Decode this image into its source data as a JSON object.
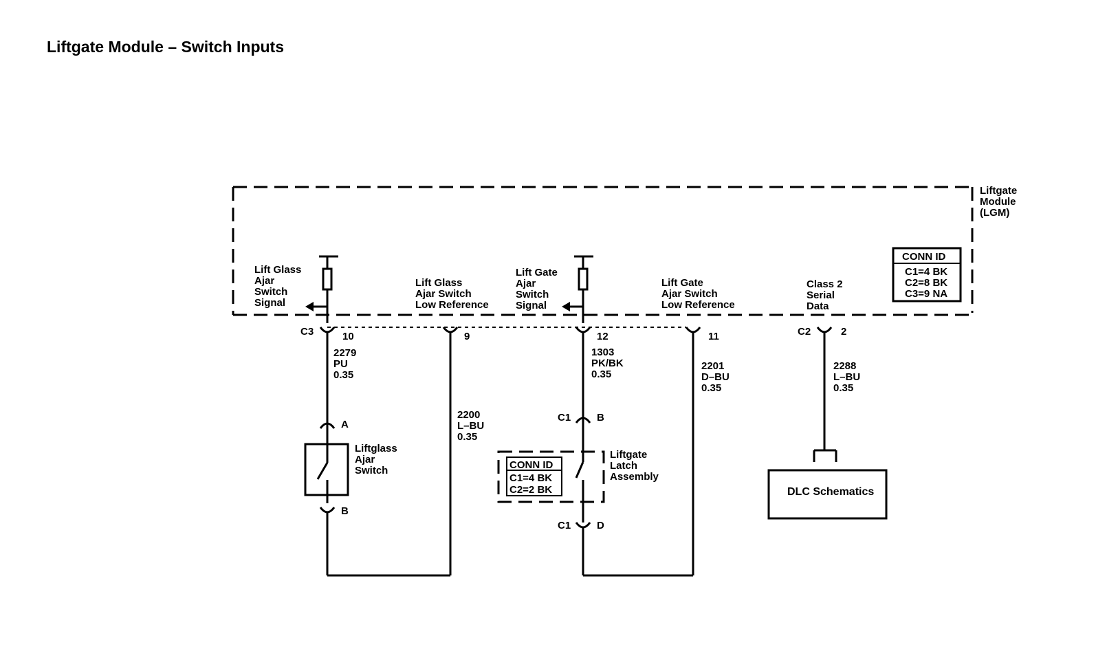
{
  "title": "Liftgate Module – Switch Inputs",
  "module": {
    "line1": "Liftgate",
    "line2": "Module",
    "line3": "(LGM)"
  },
  "conn_id_module": {
    "header": "CONN ID",
    "c1": "C1=4 BK",
    "c2": "C2=8 BK",
    "c3": "C3=9 NA"
  },
  "signals": {
    "lift_glass_signal": [
      "Lift Glass",
      "Ajar",
      "Switch",
      "Signal"
    ],
    "lift_glass_low_ref": [
      "Lift Glass",
      "Ajar Switch",
      "Low Reference"
    ],
    "lift_gate_signal": [
      "Lift Gate",
      "Ajar",
      "Switch",
      "Signal"
    ],
    "lift_gate_low_ref": [
      "Lift Gate",
      "Ajar Switch",
      "Low Reference"
    ],
    "class2": [
      "Class 2",
      "Serial",
      "Data"
    ]
  },
  "pins": {
    "c3": "C3",
    "p10": "10",
    "p9": "9",
    "p12": "12",
    "p11": "11",
    "c2": "C2",
    "p2": "2"
  },
  "wires": {
    "w2279": [
      "2279",
      "PU",
      "0.35"
    ],
    "w2200": [
      "2200",
      "L–BU",
      "0.35"
    ],
    "w1303": [
      "1303",
      "PK/BK",
      "0.35"
    ],
    "w2201": [
      "2201",
      "D–BU",
      "0.35"
    ],
    "w2288": [
      "2288",
      "L–BU",
      "0.35"
    ]
  },
  "liftglass_switch": {
    "lines": [
      "Liftglass",
      "Ajar",
      "Switch"
    ],
    "pin_a": "A",
    "pin_b": "B"
  },
  "latch": {
    "lines": [
      "Liftgate",
      "Latch",
      "Assembly"
    ],
    "c1_top": "C1",
    "pin_b": "B",
    "c1_bottom": "C1",
    "pin_d": "D",
    "conn_id": {
      "header": "CONN ID",
      "c1": "C1=4 BK",
      "c2": "C2=2 BK"
    }
  },
  "dlc": "DLC Schematics"
}
